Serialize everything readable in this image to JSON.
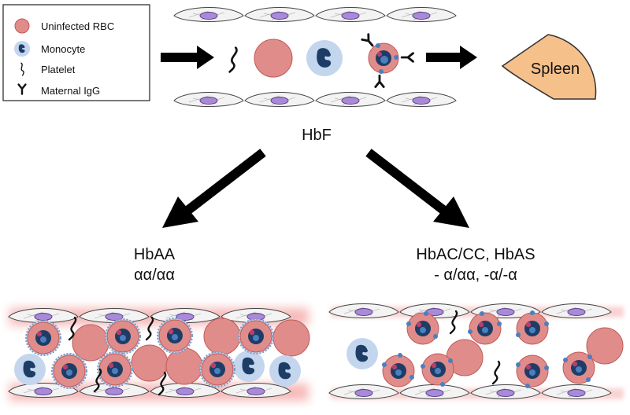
{
  "legend": {
    "items": [
      {
        "label": "Uninfected RBC",
        "icon": "rbc-icon"
      },
      {
        "label": "Monocyte",
        "icon": "monocyte-icon"
      },
      {
        "label": "Platelet",
        "icon": "platelet-icon"
      },
      {
        "label": "Maternal IgG",
        "icon": "igg-icon"
      }
    ]
  },
  "organ": {
    "label": "Spleen"
  },
  "labels": {
    "top_hb": "HbF",
    "left_line1": "HbAA",
    "left_line2": "αα/αα",
    "right_line1": "HbAC/CC, HbAS",
    "right_line2": "- α/αα, -α/-α"
  },
  "colors": {
    "rbc_fill": "#e08c8a",
    "rbc_stroke": "#c05a58",
    "monocyte_halo": "#c3d6ee",
    "nucleus": "#1e3d66",
    "parasite_blue": "#4a7fc0",
    "spleen": "#f6c08a",
    "endothelial_nucleus": "#a98ad8",
    "inflammation": "#f08080",
    "arrow": "#000000"
  }
}
